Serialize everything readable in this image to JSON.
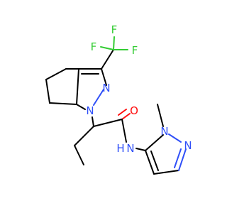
{
  "diagram_type": "skeletal-formula",
  "colors": {
    "bond": "#000000",
    "nitrogen": "#3050F8",
    "oxygen": "#FF0D0D",
    "fluorine": "#33CC33"
  },
  "labels": {
    "f_top": "F",
    "f_left": "F",
    "f_right": "F",
    "n_pyrazole_upper": "N",
    "n_pyrazole_lower": "N",
    "oxygen": "O",
    "n_amide_n": "N",
    "n_amide_h": "H",
    "n_methyl_pyrazole_1": "N",
    "n_methyl_pyrazole_2": "N"
  }
}
